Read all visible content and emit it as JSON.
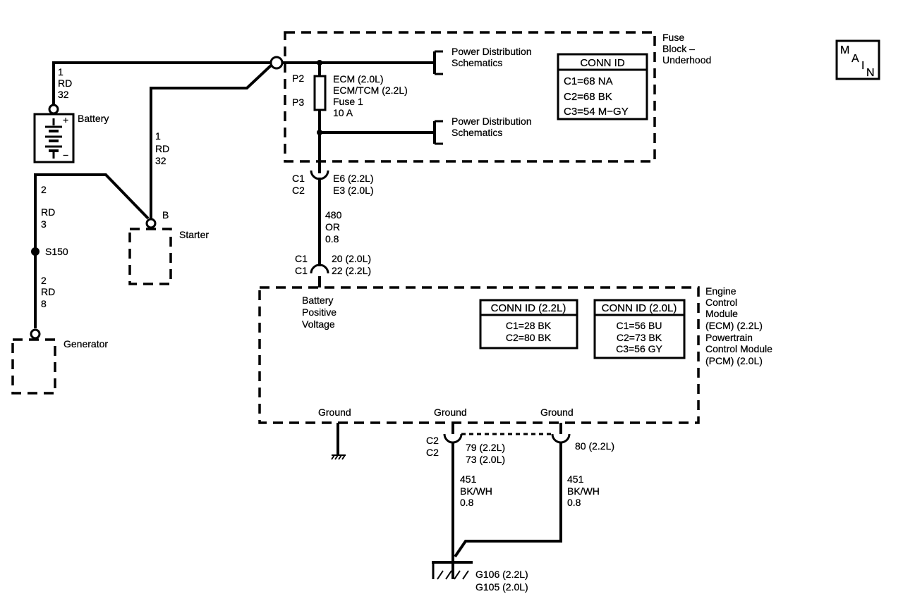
{
  "battery": {
    "label": "Battery",
    "wire_top": [
      "1",
      "RD",
      "32"
    ],
    "plus": "+",
    "minus": "−"
  },
  "starter_wire": [
    "1",
    "RD",
    "32"
  ],
  "starter": {
    "label": "Starter",
    "terminal": "B"
  },
  "gen_wire_top": [
    "2",
    "RD",
    "3"
  ],
  "splice": "S150",
  "gen_wire_bottom": [
    "2",
    "RD",
    "8"
  ],
  "generator": {
    "label": "Generator"
  },
  "fuse_block": {
    "title": [
      "Fuse",
      "Block –",
      "Underhood"
    ],
    "pdist_1": [
      "Power Distribution",
      "Schematics"
    ],
    "pdist_2": [
      "Power Distribution",
      "Schematics"
    ],
    "p2": "P2",
    "p3": "P3",
    "fuse": [
      "ECM (2.0L)",
      "ECM/TCM (2.2L)",
      "Fuse 1",
      "10 A"
    ],
    "conn": {
      "header": "CONN ID",
      "rows": [
        "C1=68 NA",
        "C2=68 BK",
        "C3=54 M−GY"
      ]
    }
  },
  "main_badge": [
    "M",
    "A",
    "I",
    "N"
  ],
  "conn_top": {
    "left": [
      "C1",
      "C2"
    ],
    "right": [
      "E6 (2.2L)",
      "E3 (2.0L)"
    ]
  },
  "wire_480": [
    "480",
    "OR",
    "0.8"
  ],
  "conn_ecm": {
    "left": [
      "C1",
      "C1"
    ],
    "right": [
      "20 (2.0L)",
      "22 (2.2L)"
    ]
  },
  "ecm": {
    "title": [
      "Engine",
      "Control",
      "Module",
      "(ECM) (2.2L)",
      "Powertrain",
      "Control Module",
      "(PCM) (2.0L)"
    ],
    "bpv": [
      "Battery",
      "Positive",
      "Voltage"
    ],
    "conn_22": {
      "header": "CONN ID (2.2L)",
      "rows": [
        "C1=28 BK",
        "C2=80 BK"
      ]
    },
    "conn_20": {
      "header": "CONN ID (2.0L)",
      "rows": [
        "C1=56 BU",
        "C2=73 BK",
        "C3=56 GY"
      ]
    },
    "ground_1": "Ground",
    "ground_2": "Ground",
    "ground_3": "Ground"
  },
  "conn_gnd_left": {
    "left": [
      "C2",
      "C2"
    ],
    "right": [
      "79 (2.2L)",
      "73 (2.0L)"
    ]
  },
  "conn_gnd_right": "80 (2.2L)",
  "wire_451_left": [
    "451",
    "BK/WH",
    "0.8"
  ],
  "wire_451_right": [
    "451",
    "BK/WH",
    "0.8"
  ],
  "ground_label": [
    "G106 (2.2L)",
    "G105 (2.0L)"
  ]
}
